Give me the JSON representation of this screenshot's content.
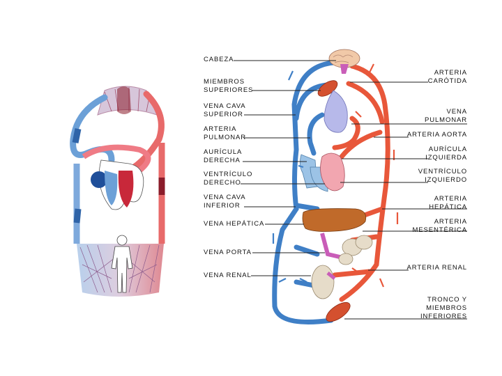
{
  "labels_left": [
    {
      "key": "cabeza",
      "lines": [
        "CABEZA"
      ]
    },
    {
      "key": "miembros-superiores",
      "lines": [
        "MIEMBROS",
        "SUPERIORES"
      ]
    },
    {
      "key": "vena-cava-superior",
      "lines": [
        "VENA CAVA",
        "SUPERIOR"
      ]
    },
    {
      "key": "arteria-pulmonar",
      "lines": [
        "ARTERIA",
        "PULMONAR"
      ]
    },
    {
      "key": "auricula-derecha",
      "lines": [
        "AURÍCULA",
        "DERECHA"
      ]
    },
    {
      "key": "ventriculo-derecho",
      "lines": [
        "VENTRÍCULO",
        "DERECHO"
      ]
    },
    {
      "key": "vena-cava-inferior",
      "lines": [
        "VENA CAVA",
        "INFERIOR"
      ]
    },
    {
      "key": "vena-hepatica",
      "lines": [
        "VENA HEPÁTICA"
      ]
    },
    {
      "key": "vena-porta",
      "lines": [
        "VENA PORTA"
      ]
    },
    {
      "key": "vena-renal",
      "lines": [
        "VENA RENAL"
      ]
    }
  ],
  "labels_right": [
    {
      "key": "arteria-carotida",
      "lines": [
        "ARTERIA",
        "CARÓTIDA"
      ]
    },
    {
      "key": "vena-pulmonar",
      "lines": [
        "VENA",
        "PULMONAR"
      ]
    },
    {
      "key": "arteria-aorta",
      "lines": [
        "ARTERIA AORTA"
      ]
    },
    {
      "key": "auricula-izquierda",
      "lines": [
        "AURÍCULA",
        "IZQUIERDA"
      ]
    },
    {
      "key": "ventriculo-izquierdo",
      "lines": [
        "VENTRÍCULO",
        "IZQUIERDO"
      ]
    },
    {
      "key": "arteria-hepatica",
      "lines": [
        "ARTERIA",
        "HEPÁTICA"
      ]
    },
    {
      "key": "arteria-mesenterica",
      "lines": [
        "ARTERIA",
        "MESENTÉRICA"
      ]
    },
    {
      "key": "arteria-renal",
      "lines": [
        "ARTERIA RENAL"
      ]
    },
    {
      "key": "tronco-miembros-inferiores",
      "lines": [
        "TRONCO Y",
        "MIEMBROS",
        "INFERIORES"
      ]
    }
  ],
  "colors": {
    "venous": "#3f7fc6",
    "venous_light": "#9cc3e6",
    "arterial": "#e8573a",
    "arterial_light": "#f4a38f",
    "dark_blood": "#8b1c2a",
    "heart_pink": "#f2a6b0",
    "liver": "#c06a2a",
    "lung": "#b7b9ea",
    "kidney": "#e6dcc9",
    "muscle": "#d4502f",
    "brain": "#f1c9a8",
    "portal": "#c95db8"
  }
}
